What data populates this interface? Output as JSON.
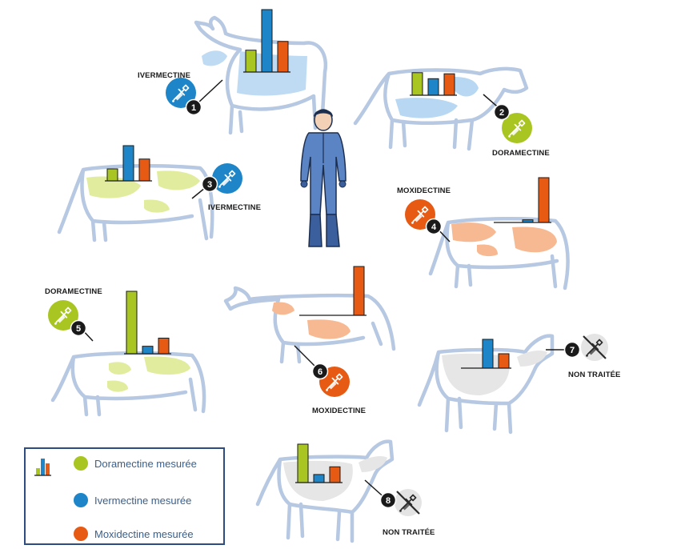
{
  "colors": {
    "doramectine": "#a8c521",
    "ivermectine": "#1d85c8",
    "moxidectine": "#e65a14",
    "untreated": "#cfcfcf",
    "outline": "#b6c8e2",
    "legend_border": "#2e4b82"
  },
  "legend": {
    "items": [
      {
        "key": "doramectine",
        "label": "Doramectine mesurée"
      },
      {
        "key": "ivermectine",
        "label": "Ivermectine mesurée"
      },
      {
        "key": "moxidectine",
        "label": "Moxidectine mesurée"
      }
    ]
  },
  "cows": [
    {
      "number": "1",
      "treatment": "IVERMECTINE",
      "drug": "ivermectine",
      "values": [
        0.35,
        1.0,
        0.49
      ]
    },
    {
      "number": "2",
      "treatment": "DORAMECTINE",
      "drug": "doramectine",
      "values": [
        0.6,
        0.44,
        0.57
      ]
    },
    {
      "number": "3",
      "treatment": "IVERMECTINE",
      "drug": "ivermectine",
      "values": [
        0.34,
        1.0,
        0.62
      ]
    },
    {
      "number": "4",
      "treatment": "MOXIDECTINE",
      "drug": "moxidectine",
      "values": [
        0.0,
        0.06,
        1.0
      ]
    },
    {
      "number": "5",
      "treatment": "DORAMECTINE",
      "drug": "doramectine",
      "values": [
        1.0,
        0.12,
        0.25
      ]
    },
    {
      "number": "6",
      "treatment": "MOXIDECTINE",
      "drug": "moxidectine",
      "values": [
        0.0,
        0.0,
        1.0
      ]
    },
    {
      "number": "7",
      "treatment": "NON TRAITÉE",
      "drug": "none",
      "values": [
        0.0,
        1.0,
        0.5
      ]
    },
    {
      "number": "8",
      "treatment": "NON TRAITÉE",
      "drug": "none",
      "values": [
        1.0,
        0.21,
        0.41
      ]
    }
  ],
  "chart_data": {
    "type": "bar",
    "categories": [
      "Doramectine mesurée",
      "Ivermectine mesurée",
      "Moxidectine mesurée"
    ],
    "series": [
      {
        "values": [
          0.35,
          1.0,
          0.49
        ]
      },
      {
        "values": [
          0.6,
          0.44,
          0.57
        ]
      },
      {
        "values": [
          0.34,
          1.0,
          0.62
        ]
      },
      {
        "values": [
          0.0,
          0.06,
          1.0
        ]
      },
      {
        "values": [
          1.0,
          0.12,
          0.25
        ]
      },
      {
        "values": [
          0.0,
          0.0,
          1.0
        ]
      },
      {
        "values": [
          0.0,
          1.0,
          0.5
        ]
      },
      {
        "values": [
          1.0,
          0.21,
          0.41
        ]
      }
    ],
    "ylim": [
      0,
      1
    ],
    "grid": false
  }
}
